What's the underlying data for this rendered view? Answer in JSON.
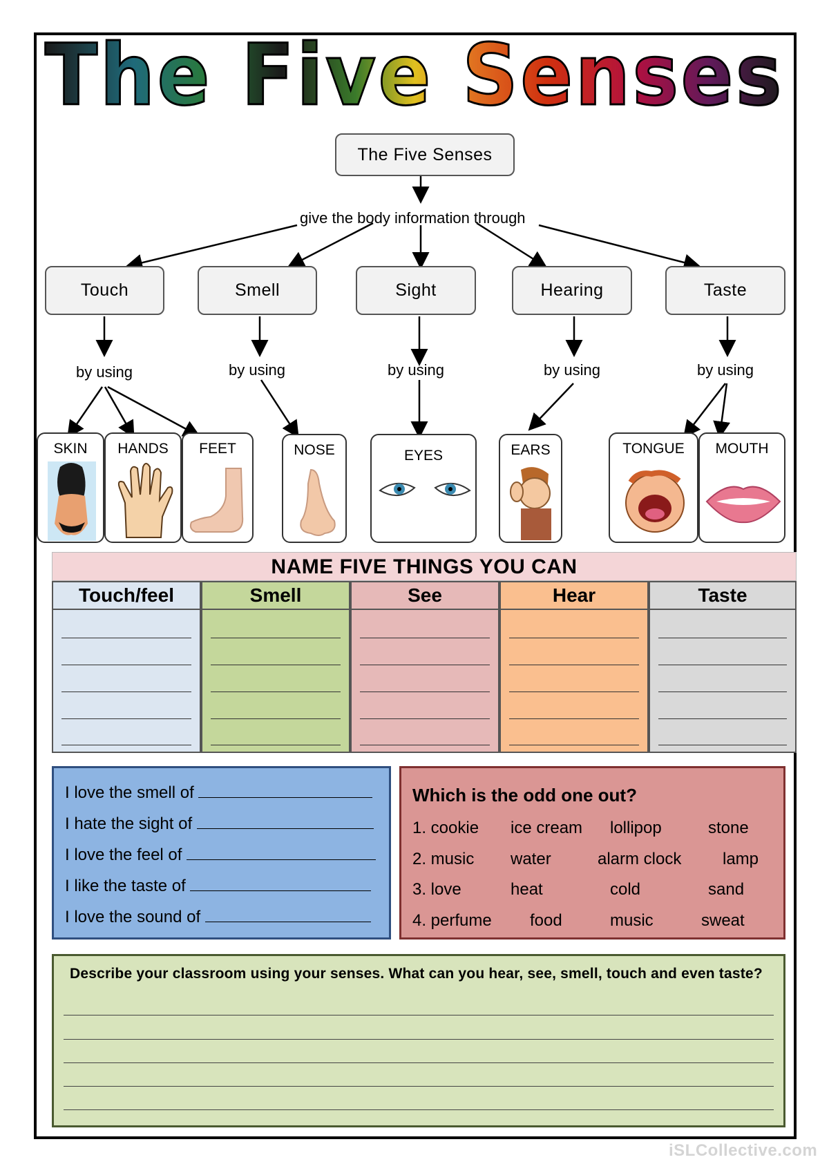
{
  "title": "The Five Senses",
  "diagram": {
    "root": "The Five Senses",
    "connector": "give the body information through",
    "by_using": "by using",
    "senses": [
      "Touch",
      "Smell",
      "Sight",
      "Hearing",
      "Taste"
    ],
    "organs": [
      "SKIN",
      "HANDS",
      "FEET",
      "NOSE",
      "EYES",
      "EARS",
      "TONGUE",
      "MOUTH"
    ]
  },
  "table": {
    "title": "NAME FIVE THINGS YOU CAN",
    "columns": [
      {
        "label": "Touch/feel",
        "color": "#dce6f1"
      },
      {
        "label": "Smell",
        "color": "#c4d79b"
      },
      {
        "label": "See",
        "color": "#e6b9b8"
      },
      {
        "label": "Hear",
        "color": "#fabf8f"
      },
      {
        "label": "Taste",
        "color": "#d9d9d9"
      }
    ]
  },
  "sentences": [
    "I love the smell of",
    "I hate the sight of",
    "I love the feel of",
    "I like the taste of",
    "I love the sound of"
  ],
  "odd_one_out": {
    "title": "Which is the odd one out?",
    "rows": [
      [
        "1. cookie",
        "ice cream",
        "lollipop",
        "stone"
      ],
      [
        "2. music",
        "water",
        "alarm clock",
        "lamp"
      ],
      [
        "3. love",
        "heat",
        "cold",
        "sand"
      ],
      [
        "4. perfume",
        "food",
        "music",
        "sweat"
      ]
    ]
  },
  "describe": {
    "question": "Describe your classroom using your senses. What can you hear, see, smell, touch and even taste?"
  },
  "watermark": "iSLCollective.com"
}
